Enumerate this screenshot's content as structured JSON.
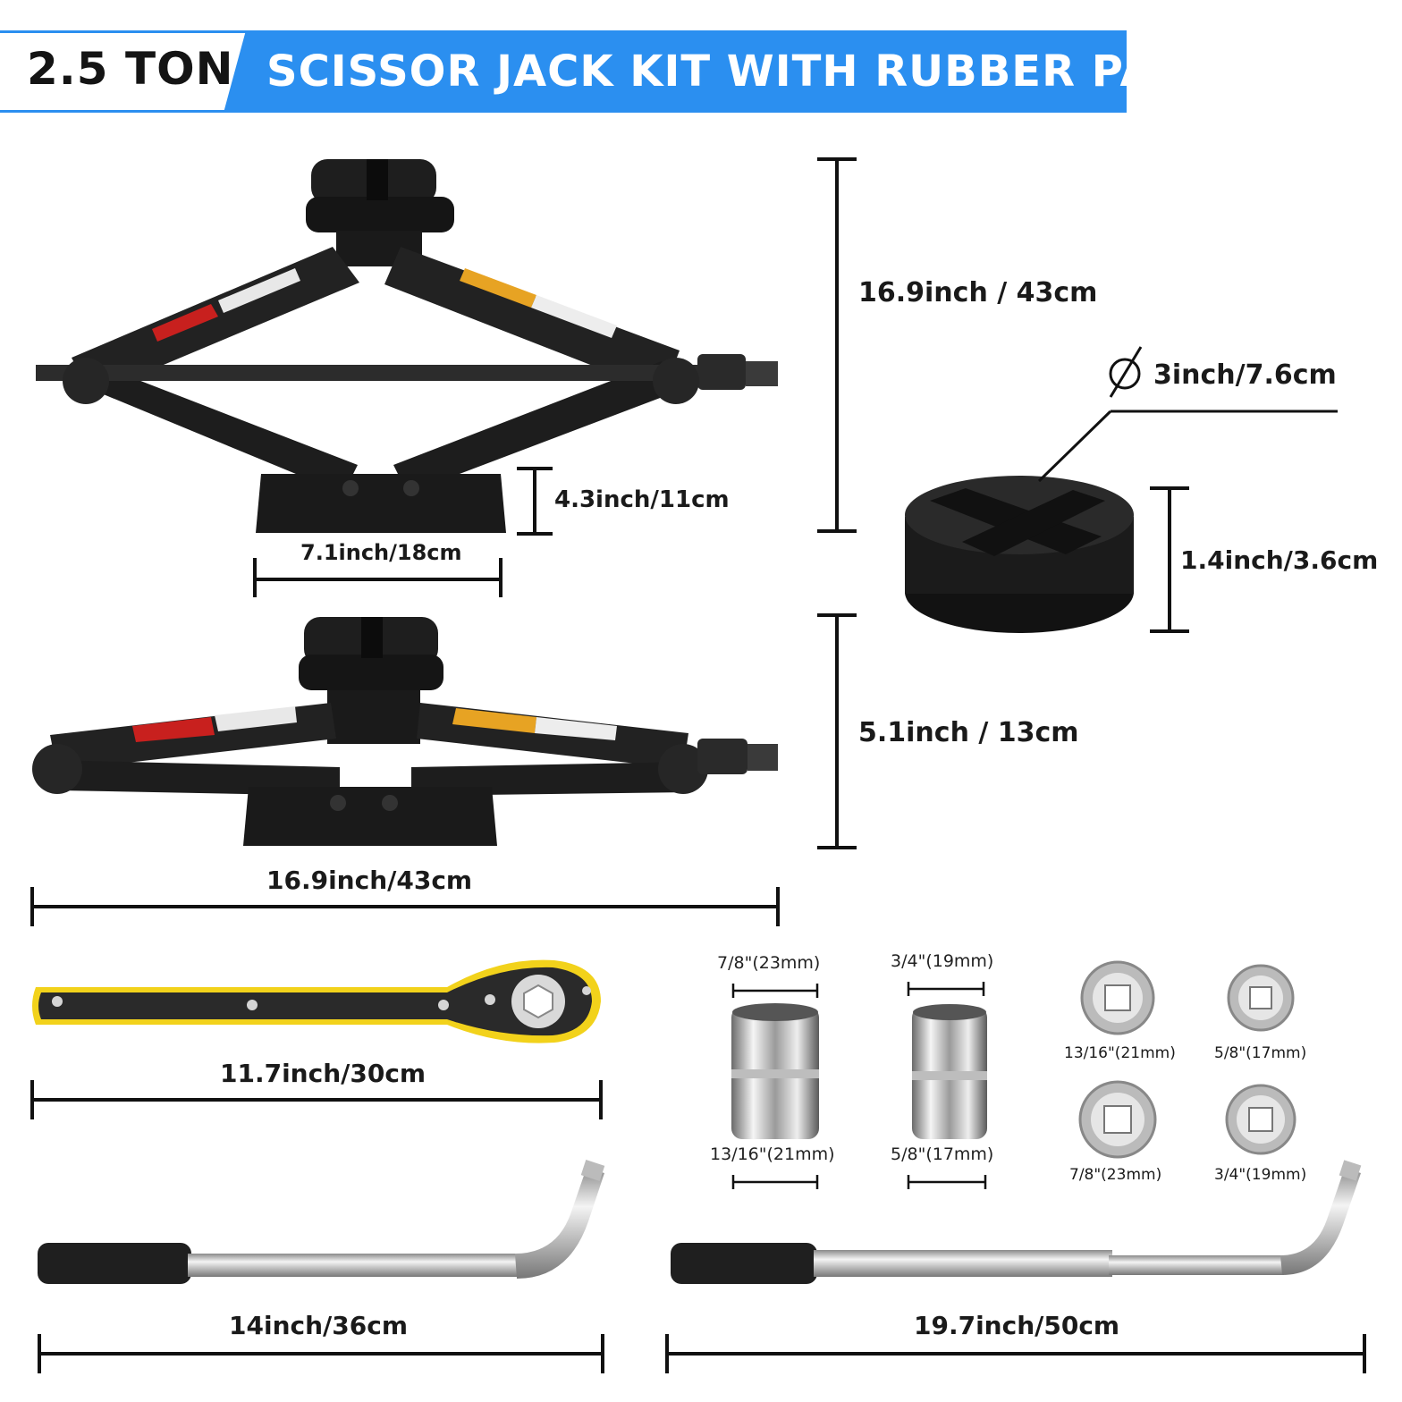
{
  "header": {
    "capacity": "2.5 TON",
    "title": "SCISSOR JACK KIT WITH RUBBER PAD"
  },
  "jack": {
    "max_height": "16.9inch / 43cm",
    "base_height": "4.3inch/11cm",
    "base_width": "7.1inch/18cm",
    "min_height": "5.1inch / 13cm",
    "length": "16.9inch/43cm"
  },
  "pad": {
    "diameter": "3inch/7.6cm",
    "height": "1.4inch/3.6cm"
  },
  "ratchet": {
    "length": "11.7inch/30cm"
  },
  "sockets": {
    "top_left": "7/8\"(23mm)",
    "top_right": "3/4\"(19mm)",
    "bottom_left": "13/16\"(21mm)",
    "bottom_right": "5/8\"(17mm)",
    "faces": [
      "13/16\"(21mm)",
      "5/8\"(17mm)",
      "7/8\"(23mm)",
      "3/4\"(19mm)"
    ]
  },
  "wrenches": {
    "short": "14inch/36cm",
    "long": "19.7inch/50cm"
  },
  "colors": {
    "accent": "#2b8ff0",
    "product": "#1c1c1c",
    "ratchet_trim": "#f2d21b",
    "chrome": "#c8c8c8"
  }
}
